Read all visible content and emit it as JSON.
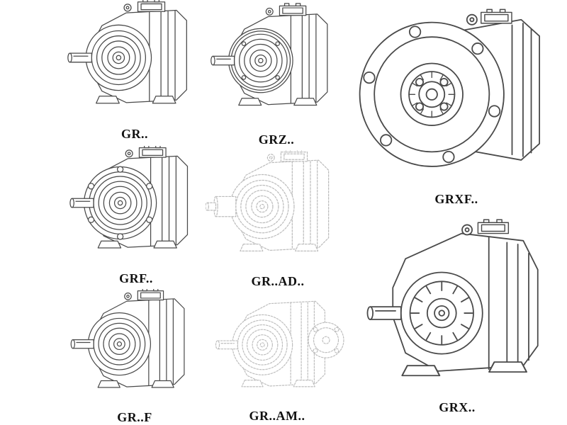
{
  "colors": {
    "line": "#4a4a4a",
    "ghost": "#bdbdbd",
    "label": "#111111",
    "background": "#ffffff"
  },
  "items": [
    {
      "id": "gr",
      "label": "GR..",
      "line_style": "solid"
    },
    {
      "id": "grz",
      "label": "GRZ..",
      "line_style": "solid"
    },
    {
      "id": "grxf",
      "label": "GRXF..",
      "line_style": "solid"
    },
    {
      "id": "grf",
      "label": "GRF..",
      "line_style": "solid"
    },
    {
      "id": "gr-ad",
      "label": "GR..AD..",
      "line_style": "dashed"
    },
    {
      "id": "grx",
      "label": "GRX..",
      "line_style": "solid"
    },
    {
      "id": "gr-f",
      "label": "GR..F",
      "line_style": "solid"
    },
    {
      "id": "gr-am",
      "label": "GR..AM..",
      "line_style": "dashed"
    }
  ]
}
